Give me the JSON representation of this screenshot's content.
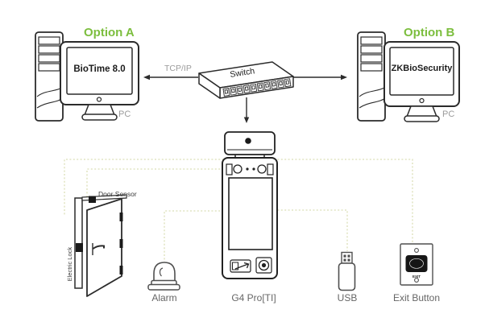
{
  "diagram": {
    "option_a": {
      "title": "Option A",
      "software": "BioTime 8.0",
      "pc_label": "PC"
    },
    "option_b": {
      "title": "Option B",
      "software": "ZKBioSecurity",
      "pc_label": "PC"
    },
    "network": {
      "protocol_label": "TCP/IP",
      "switch_label": "Switch"
    },
    "device": {
      "name": "G4 Pro[TI]"
    },
    "door": {
      "door_sensor_label": "Door Sensor",
      "electric_lock_label": "Electric Lock"
    },
    "peripherals": {
      "alarm_label": "Alarm",
      "usb_label": "USB",
      "exit_button_label": "Exit Button",
      "exit_button_text": "EXIT"
    }
  },
  "colors": {
    "accent_green": "#7CBE3E",
    "muted_gray": "#9B9B9B",
    "label_gray": "#666666",
    "wire_green": "#DBDFB6",
    "ink": "#2B2B2B"
  }
}
